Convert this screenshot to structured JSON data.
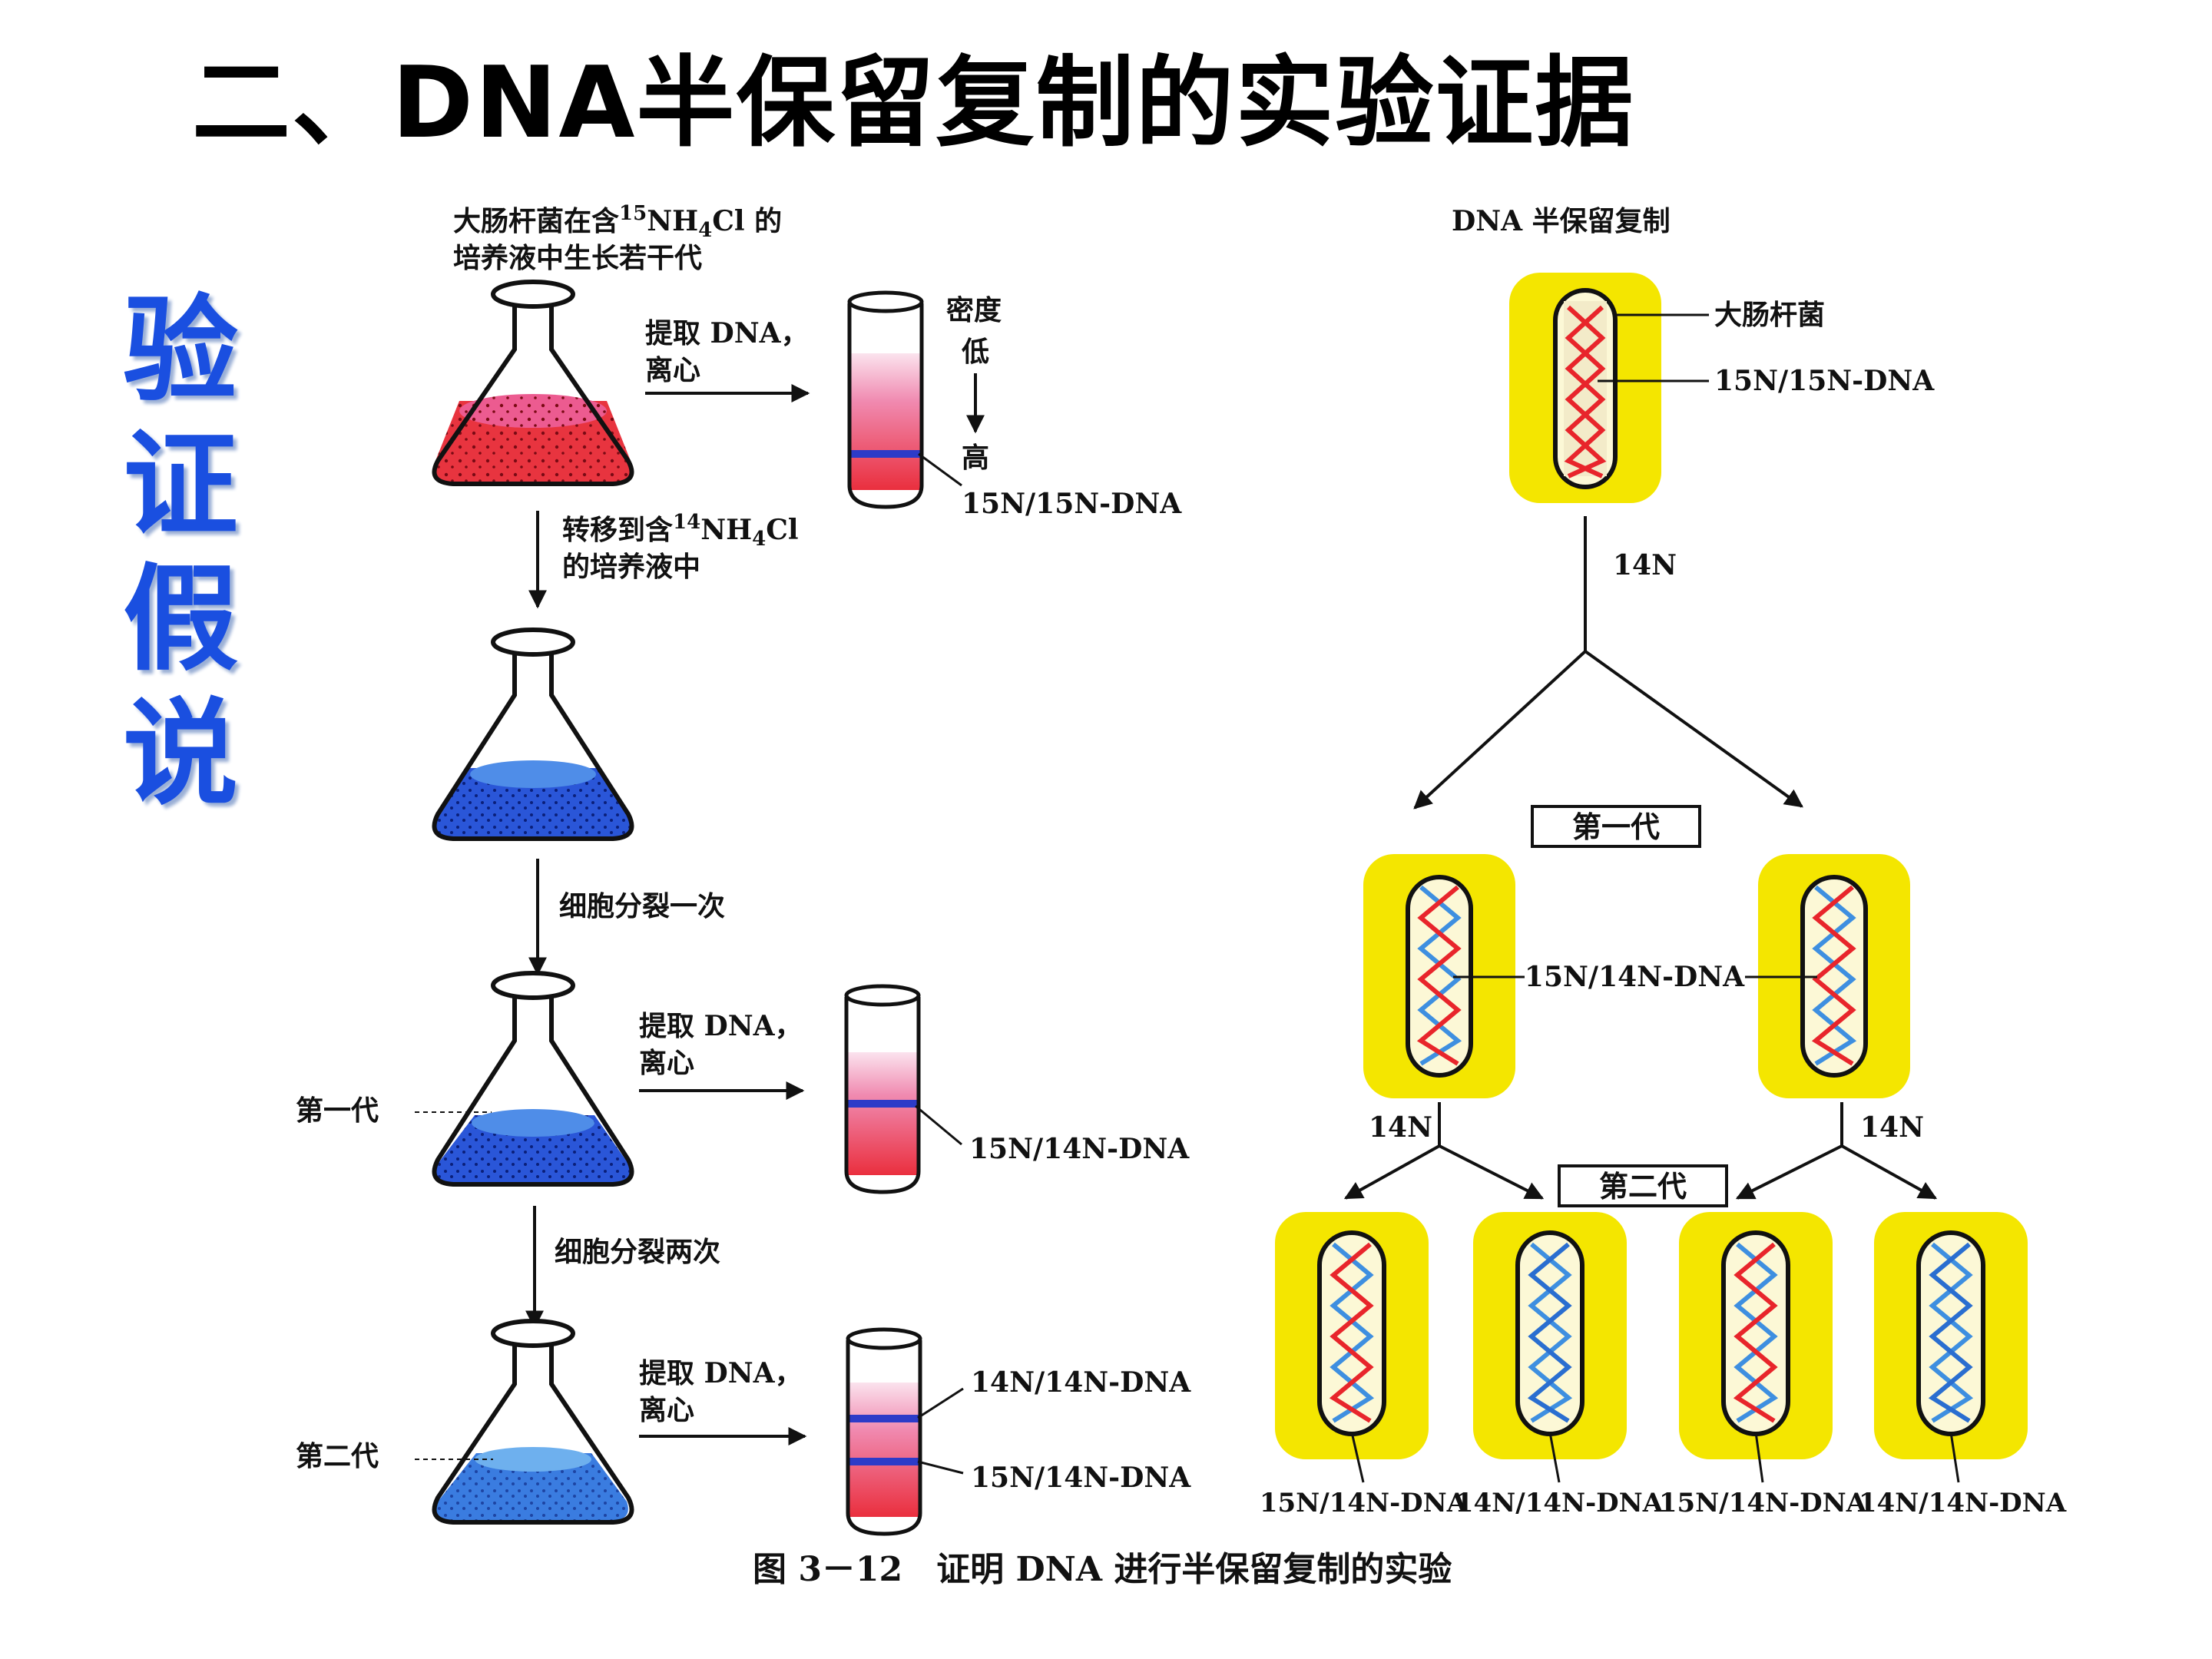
{
  "title": "二、DNA半保留复制的实验证据",
  "side_label": [
    "验",
    "证",
    "假",
    "说"
  ],
  "left": {
    "intro_line1": "大肠杆菌在含",
    "intro_iso": "15",
    "intro_formula": "NH",
    "intro_sub": "4",
    "intro_cl": "Cl 的",
    "intro_line2": "培养液中生长若干代",
    "extract_line1": "提取 DNA，",
    "extract_line2": "离心",
    "density_line1": "密度",
    "density_low": "低",
    "density_high": "高",
    "tube1_label": "15N/15N-DNA",
    "transfer_line1_pre": "转移到含",
    "transfer_iso": "14",
    "transfer_formula": "NH",
    "transfer_sub": "4",
    "transfer_cl": "Cl",
    "transfer_line2": "的培养液中",
    "division_once": "细胞分裂一次",
    "gen1": "第一代",
    "tube2_label": "15N/14N-DNA",
    "division_twice": "细胞分裂两次",
    "gen2": "第二代",
    "tube3_label_top": "14N/14N-DNA",
    "tube3_label_bottom": "15N/14N-DNA"
  },
  "right": {
    "header": "DNA 半保留复制",
    "bacterium_label": "大肠杆菌",
    "parent_dna_label": "15N/15N-DNA",
    "medium_label_1": "14N",
    "gen1_box": "第一代",
    "gen1_dna_label": "15N/14N-DNA",
    "medium_label_left": "14N",
    "medium_label_right": "14N",
    "gen2_box": "第二代",
    "gen2_labels": [
      "15N/14N-DNA",
      "14N/14N-DNA",
      "15N/14N-DNA",
      "14N/14N-DNA"
    ]
  },
  "caption": "图 3－12　证明 DNA 进行半保留复制的实验",
  "colors": {
    "heavy_strand": "#e8252b",
    "light_strand": "#3e8fe0",
    "cell_wall": "#f4e600",
    "medium_red": "#e8343f",
    "medium_blue": "#2a56d8",
    "side_label": "#1a4fe0"
  }
}
